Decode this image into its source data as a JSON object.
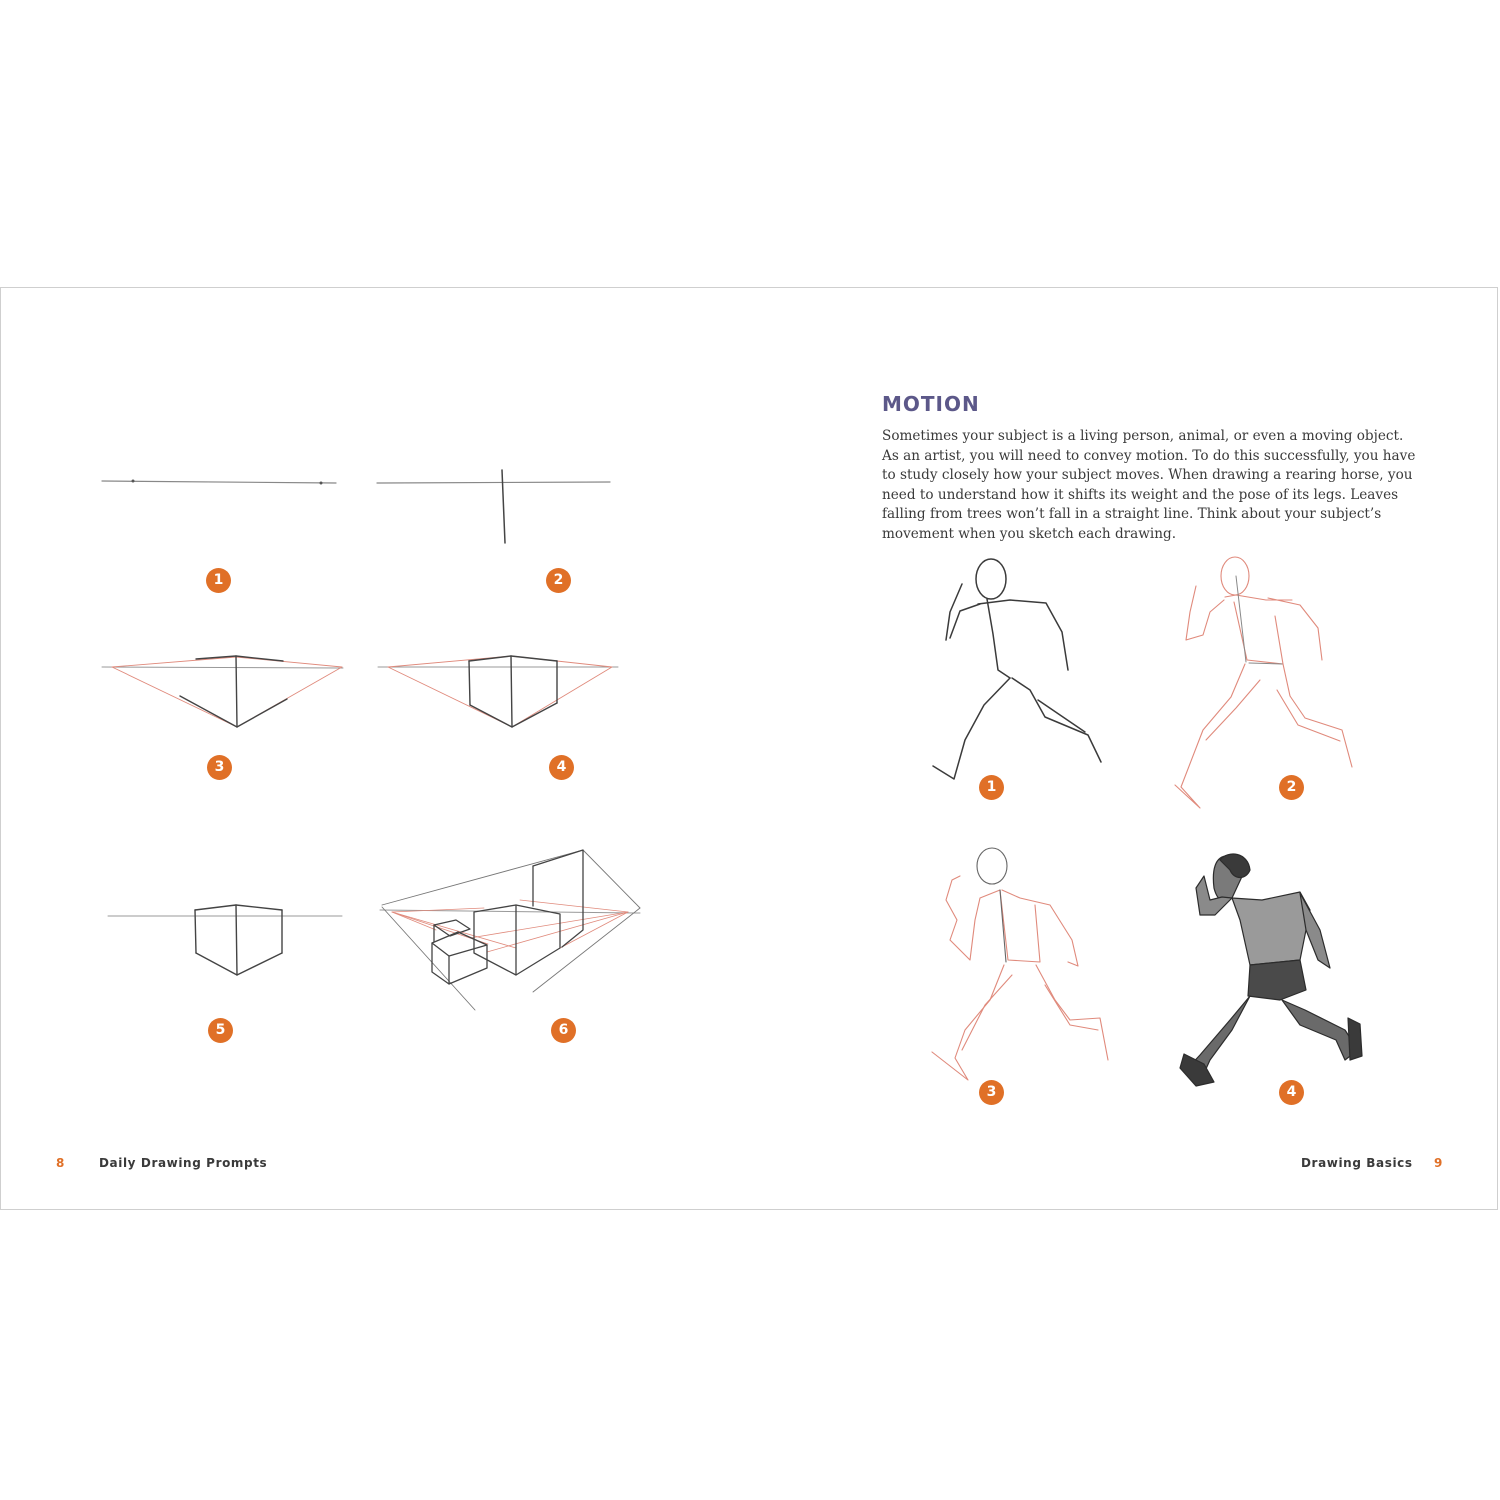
{
  "colors": {
    "accent": "#E07027",
    "heading": "#5C5889",
    "construction": "#E08A7C",
    "pencil": "#3b3b3b"
  },
  "left_page": {
    "page_number": "8",
    "running_title": "Daily Drawing Prompts",
    "steps": [
      "1",
      "2",
      "3",
      "4",
      "5",
      "6"
    ]
  },
  "right_page": {
    "heading": "MOTION",
    "body": "Sometimes your subject is a living person, animal, or even a moving object. As an artist, you will need to convey motion. To do this successfully, you have to study closely how your subject moves. When drawing a rearing horse, you need to understand how it shifts its weight and the pose of its legs. Leaves falling from trees won’t fall in a straight line. Think about your subject’s movement when you sketch each drawing.",
    "steps": [
      "1",
      "2",
      "3",
      "4"
    ],
    "running_title": "Drawing Basics",
    "page_number": "9"
  }
}
